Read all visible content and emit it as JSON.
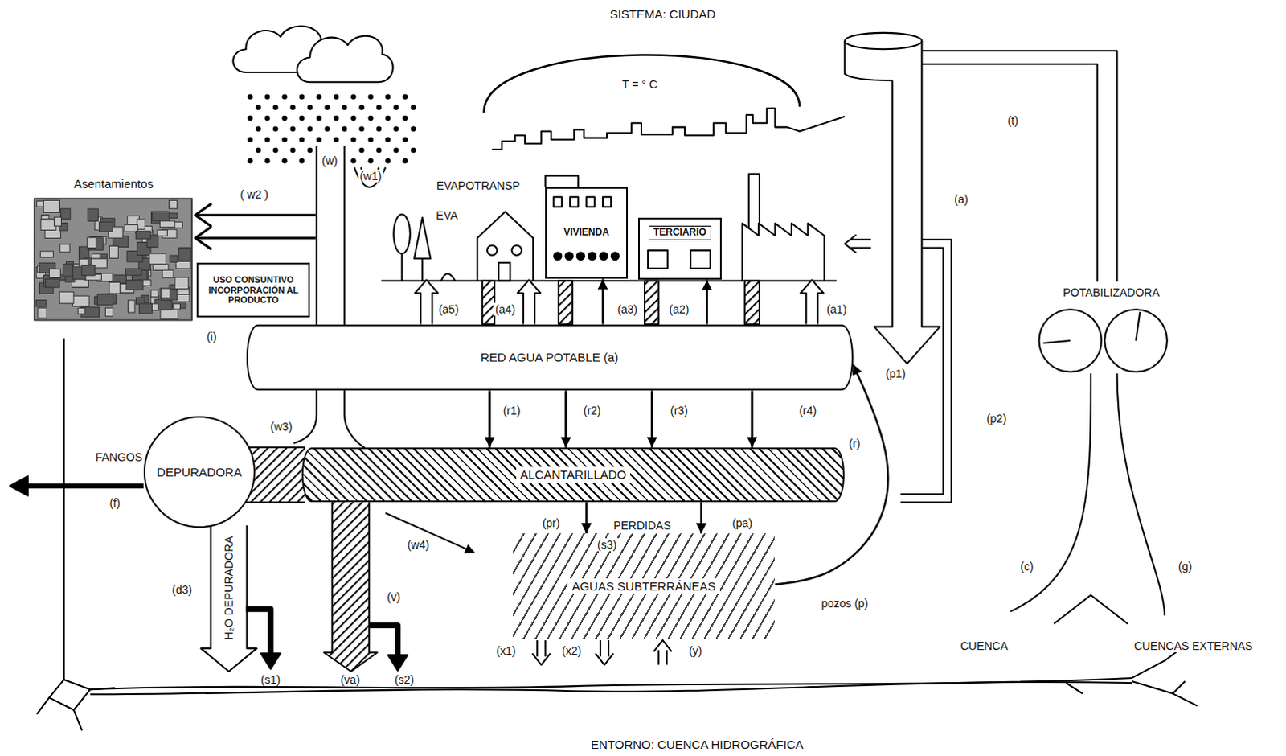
{
  "diagram": {
    "title": "SISTEMA: CIUDAD",
    "caption": "ENTORNO: CUENCA HIDROGRÁFICA",
    "nodes": [
      {
        "text": [
          "Asentamientos"
        ]
      },
      {
        "text": [
          "USO CONSUNTIVO INCORPORACIÓN AL PRODUCTO"
        ]
      },
      {
        "text": [
          "VIVIENDA"
        ]
      },
      {
        "text": [
          "TERCIARIO"
        ]
      },
      {
        "text": [
          "RED AGUA POTABLE (a)"
        ]
      },
      {
        "text": [
          "ALCANTARILLADO"
        ]
      },
      {
        "text": [
          "DEPURADORA"
        ]
      },
      {
        "text": [
          "AGUAS SUBTERRÁNEAS"
        ]
      },
      {
        "text": [
          "POTABILIZADORA"
        ]
      }
    ],
    "edges": [
      {
        "from": 4,
        "to": 2,
        "label": "(a3)",
        "arrow": "to"
      },
      {
        "from": 4,
        "to": 3,
        "label": "(a2)",
        "arrow": "to"
      },
      {
        "from": 4,
        "to": 5,
        "label": "(r1)",
        "arrow": "to"
      },
      {
        "from": 4,
        "to": 5,
        "label": "(r2)",
        "arrow": "to"
      },
      {
        "from": 4,
        "to": 5,
        "label": "(r3)",
        "arrow": "to"
      },
      {
        "from": 4,
        "to": 5,
        "label": "(r4)",
        "arrow": "to"
      },
      {
        "from": 5,
        "to": 7,
        "label": "(pr)",
        "arrow": "to"
      },
      {
        "from": 5,
        "to": 7,
        "label": "(pa)",
        "arrow": "to"
      },
      {
        "from": 7,
        "to": 4,
        "label": "(p1)",
        "arrow": "to"
      }
    ],
    "labels": [
      "(w)",
      "(w1)",
      "EVAPOTRANSP",
      "EVA",
      "( w2 )",
      "(a5)",
      "(a4)",
      "(a1)",
      "(i)",
      "(w3)",
      "(r)",
      "FANGOS",
      "(f)",
      "(d3)",
      "H₂O DEPURADORA",
      "(s1)",
      "(va)",
      "(v)",
      "(s2)",
      "(w4)",
      "PERDIDAS",
      "(s3)",
      "pozos (p)",
      "(x1)",
      "(x2)",
      "(y)",
      "(p2)",
      "(t)",
      "(a)",
      "(c)",
      "(g)",
      "CUENCA",
      "CUENCAS EXTERNAS",
      "T = ° C"
    ]
  }
}
